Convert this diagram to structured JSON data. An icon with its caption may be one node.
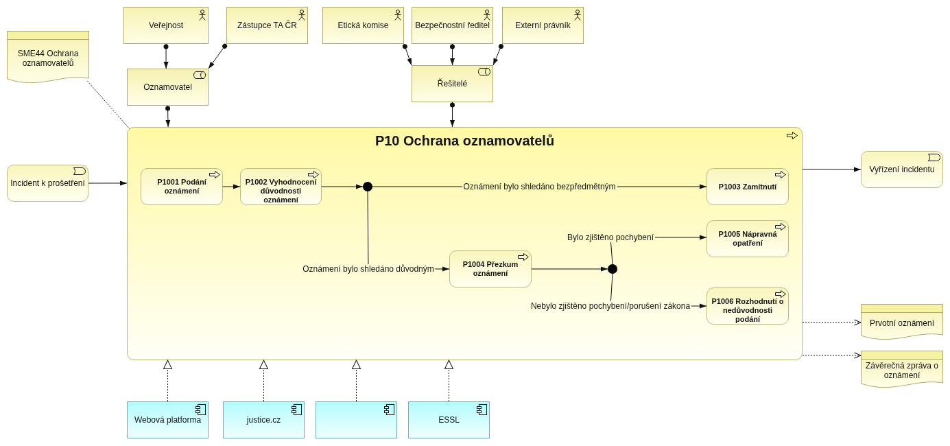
{
  "diagram": {
    "nodes": [
      {
        "text": [
          "SME44 Ochrana oznamovatelů"
        ]
      },
      {
        "text": [
          "Veřejnost"
        ]
      },
      {
        "text": [
          "Zástupce TA ČR"
        ]
      },
      {
        "text": [
          "Etická komise"
        ]
      },
      {
        "text": [
          "Bezpečnostní ředitel"
        ]
      },
      {
        "text": [
          "Externí právník"
        ]
      },
      {
        "text": [
          "Oznamovatel"
        ]
      },
      {
        "text": [
          "Řešitelé"
        ]
      },
      {
        "text": [
          "Incident k prošetření"
        ]
      },
      {
        "text": [
          "P10 Ochrana oznamovatelů"
        ]
      },
      {
        "text": [
          "P1001 Podání oznámení"
        ],
        "in": 9
      },
      {
        "text": [
          "P1002 Vyhodnocení důvodnosti oznámení"
        ],
        "in": 9
      },
      {
        "text": [],
        "shape": "circle",
        "in": 9
      },
      {
        "text": [
          "P1003 Zamítnutí"
        ],
        "in": 9
      },
      {
        "text": [
          "P1004 Přezkum oznámení"
        ],
        "in": 9
      },
      {
        "text": [],
        "shape": "circle",
        "in": 9
      },
      {
        "text": [
          "P1005 Nápravná opatření"
        ],
        "in": 9
      },
      {
        "text": [
          "P1006 Rozhodnutí o nedůvodnosti podání"
        ],
        "in": 9
      },
      {
        "text": [
          "Vyřízení incidentu"
        ]
      },
      {
        "text": [
          "Prvotní oznámení"
        ]
      },
      {
        "text": [
          "Závěrečná zpráva o oznámení"
        ]
      },
      {
        "text": [
          "Webová platforma"
        ]
      },
      {
        "text": [
          "justice.cz"
        ]
      },
      {
        "text": [],
        "shape": "box"
      },
      {
        "text": [
          "ESSL"
        ]
      }
    ],
    "edges": [
      {
        "from": 1,
        "to": 6,
        "arrow": "to"
      },
      {
        "from": 2,
        "to": 6,
        "arrow": "to"
      },
      {
        "from": 3,
        "to": 7,
        "arrow": "to"
      },
      {
        "from": 4,
        "to": 7,
        "arrow": "to"
      },
      {
        "from": 5,
        "to": 7,
        "arrow": "to"
      },
      {
        "from": 0,
        "to": 9,
        "arrow": "none",
        "style": "dashed"
      },
      {
        "from": 6,
        "to": 9,
        "arrow": "to"
      },
      {
        "from": 7,
        "to": 9,
        "arrow": "to"
      },
      {
        "from": 8,
        "to": 9,
        "arrow": "to"
      },
      {
        "from": 10,
        "to": 11,
        "arrow": "to"
      },
      {
        "from": 11,
        "to": 12,
        "arrow": "to"
      },
      {
        "from": 12,
        "to": 13,
        "arrow": "to",
        "label": "Oznámení bylo shledáno bezpředmětným"
      },
      {
        "from": 12,
        "to": 14,
        "arrow": "to",
        "label": "Oznámení bylo shledáno důvodným"
      },
      {
        "from": 14,
        "to": 15,
        "arrow": "to"
      },
      {
        "from": 15,
        "to": 16,
        "arrow": "to",
        "label": "Bylo zjištěno pochybení"
      },
      {
        "from": 15,
        "to": 17,
        "arrow": "to",
        "label": "Nebylo zjištěno pochybení/porušení zákona"
      },
      {
        "from": 9,
        "to": 18,
        "arrow": "to"
      },
      {
        "from": 9,
        "to": 19,
        "arrow": "to",
        "style": "dashed"
      },
      {
        "from": 9,
        "to": 20,
        "arrow": "to",
        "style": "dashed"
      },
      {
        "from": 21,
        "to": 9,
        "arrow": "to",
        "style": "dashed"
      },
      {
        "from": 22,
        "to": 9,
        "arrow": "to",
        "style": "dashed"
      },
      {
        "from": 23,
        "to": 9,
        "arrow": "to",
        "style": "dashed"
      },
      {
        "from": 24,
        "to": 9,
        "arrow": "to",
        "style": "dashed"
      }
    ]
  }
}
